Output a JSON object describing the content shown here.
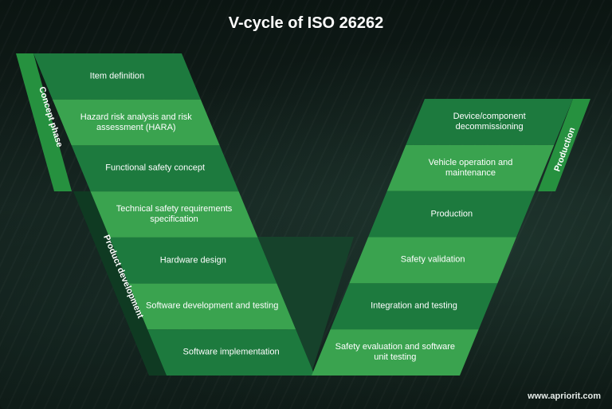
{
  "title": "V-cycle of ISO 26262",
  "phases": {
    "concept": "Concept phase",
    "product_development": "Product development",
    "production": "Production"
  },
  "left_steps": [
    {
      "label": "Item definition"
    },
    {
      "label": "Hazard risk analysis and risk assessment (HARA)"
    },
    {
      "label": "Functional safety concept"
    },
    {
      "label": "Technical safety requirements specification"
    },
    {
      "label": "Hardware design"
    },
    {
      "label": "Software development and testing"
    },
    {
      "label": "Software implementation"
    }
  ],
  "right_steps": [
    {
      "label": "Device/component decommissioning"
    },
    {
      "label": "Vehicle operation and maintenance"
    },
    {
      "label": "Production"
    },
    {
      "label": "Safety validation"
    },
    {
      "label": "Integration and testing"
    },
    {
      "label": "Safety evaluation and software unit testing"
    }
  ],
  "colors": {
    "green_dark": "#1d7a3e",
    "green_light": "#3aa34f",
    "side_band_concept": "#26913f",
    "side_band_dev": "#0f3a22",
    "side_band_production": "#26913f"
  },
  "watermark": "www.apriorit.com"
}
